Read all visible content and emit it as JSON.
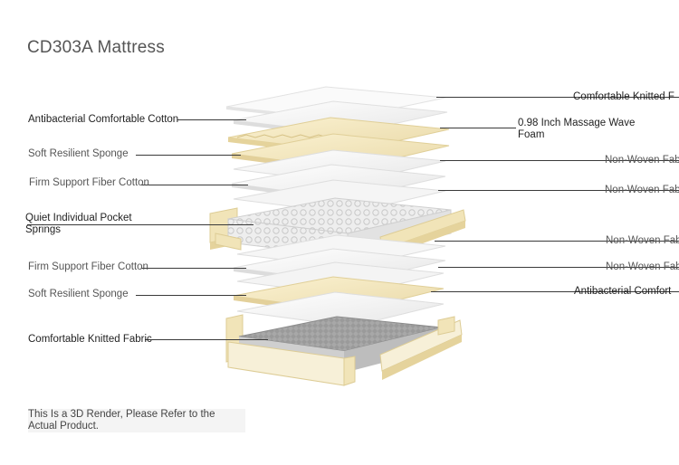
{
  "title": "CD303A Mattress",
  "labels": {
    "left": [
      "Antibacterial Comfortable Cotton",
      "Soft Resilient Sponge",
      "Firm Support Fiber Cotton",
      "Quiet Individual Pocket\nSprings",
      "Firm Support Fiber Cotton",
      "Soft Resilient Sponge",
      "Comfortable Knitted Fabric"
    ],
    "right": [
      "Comfortable Knitted F",
      "0.98 Inch Massage Wave\nFoam",
      "Non-Woven Fab",
      "Non-Woven Fab",
      "Non-Woven Fab",
      "Non-Woven Fab",
      "Antibacterial Comfort"
    ]
  },
  "note": "This Is a 3D Render, Please Refer to the\nActual Product.",
  "colors": {
    "cream": "#f4e7bd",
    "foam": "#ecdcae",
    "sheet": "#f3f3f3",
    "knit": "#d9d9d9",
    "line": "#3a3a3a"
  }
}
